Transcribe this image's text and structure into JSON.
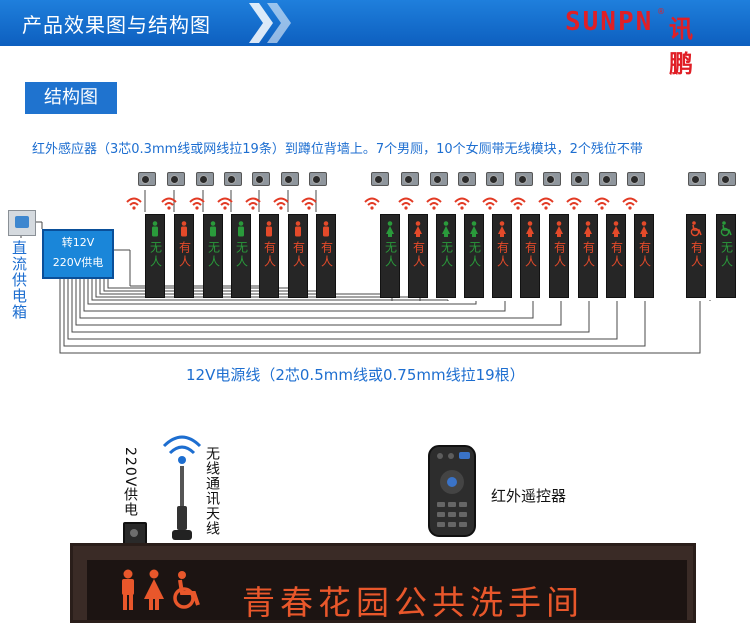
{
  "header": {
    "title": "产品效果图与结构图",
    "brand_roman": "SUNPN",
    "brand_mark": "®",
    "brand_cn": "讯鹏"
  },
  "section": {
    "tab_label": "结构图"
  },
  "notes": {
    "sensor_note": "红外感应器（3芯0.3mm线或网线拉19条）到蹲位背墙上。7个男厕，10个女厕带无线模块，2个残位不带",
    "power_note": "12V电源线（2芯0.5mm线或0.75mm线拉19根）"
  },
  "power": {
    "wall_label": "直流供电箱",
    "box_line1": "转12V",
    "box_line2": "220V供电"
  },
  "status": {
    "free": "无人",
    "occupied": "有人"
  },
  "lower": {
    "supply_label": "220V供电",
    "antenna_label": "无线通讯天线",
    "remote_label": "红外遥控器",
    "sign_text": "青春花园公共洗手间"
  },
  "colors": {
    "banner": "#1f7fdc",
    "accent_blue": "#1d6ed0",
    "brand_red": "#e01f26",
    "free_green": "#2a9a3b",
    "occupied_red": "#e44a2a",
    "sign_text": "#e8572b"
  }
}
